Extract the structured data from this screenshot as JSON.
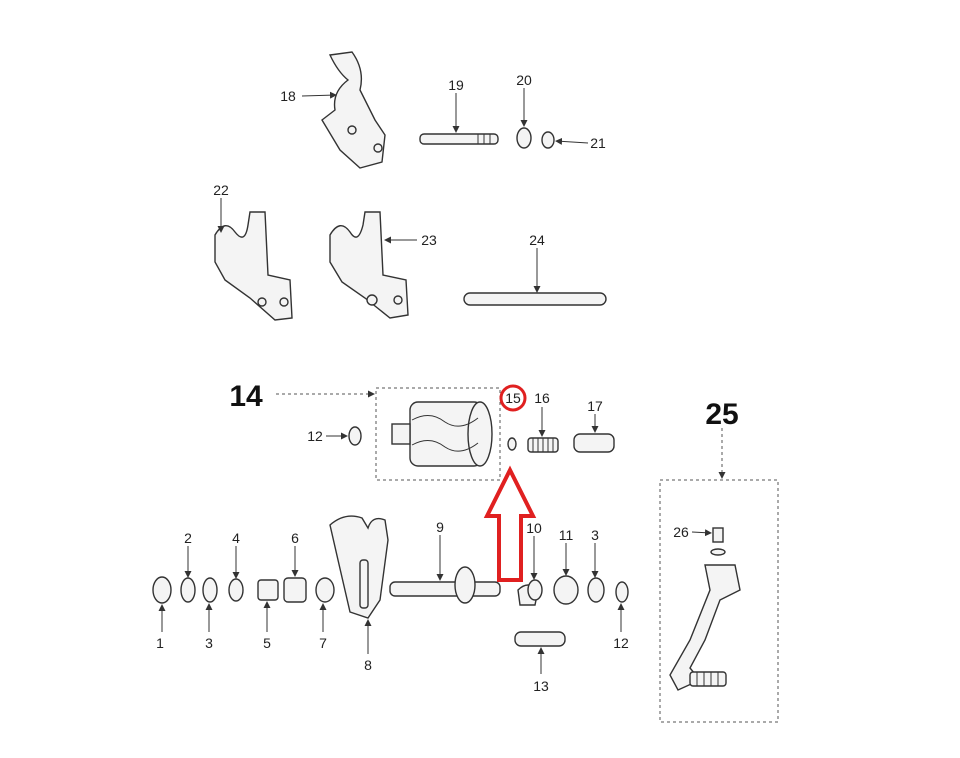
{
  "diagram": {
    "callouts": [
      "18",
      "19",
      "20",
      "21",
      "22",
      "23",
      "24",
      "14",
      "12",
      "15",
      "16",
      "17",
      "25",
      "26",
      "2",
      "4",
      "6",
      "9",
      "10",
      "11",
      "3",
      "1",
      "3",
      "5",
      "7",
      "8",
      "12",
      "13"
    ],
    "highlight": {
      "label": "15",
      "color": "#e02020"
    },
    "arrow_color": "#e02020"
  }
}
